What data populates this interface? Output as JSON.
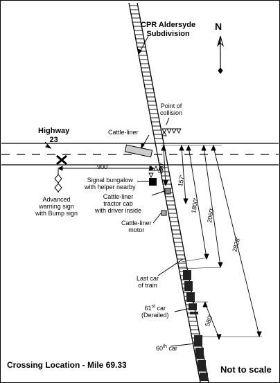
{
  "title": {
    "subdivision_line1": "CPR Aldersyde",
    "subdivision_line2": "Subdivision"
  },
  "compass": {
    "label": "N"
  },
  "highway": {
    "line1": "Highway",
    "line2": "23"
  },
  "labels": {
    "point_of_collision_1": "Point of",
    "point_of_collision_2": "collision",
    "cattle_liner": "Cattle-liner",
    "signal_bungalow_1": "Signal bungalow",
    "signal_bungalow_2": "with helper nearby",
    "tractor_cab_1": "Cattle-liner",
    "tractor_cab_2": "tractor cab",
    "tractor_cab_3": "with driver inside",
    "motor_1": "Cattle-liner",
    "motor_2": "motor",
    "advanced_sign_1": "Advanced",
    "advanced_sign_2": "warning sign",
    "advanced_sign_3": "with Bump sign",
    "last_car_1": "Last car",
    "last_car_2": "of train",
    "car61_num": "61",
    "car61_sup": "st",
    "car61_rest": " car",
    "car61_2": "(Derailed)",
    "car60_num": "60",
    "car60_sup": "th",
    "car60_rest": " car"
  },
  "dimensions": {
    "d900": "900'",
    "d120": "120'",
    "d157": "157'",
    "d1800": "1800'",
    "d2060": "2060'",
    "d2828": "2828'",
    "d580": "580'"
  },
  "footer": {
    "location": "Crossing Location - Mile 69.33",
    "scale": "Not to scale"
  }
}
